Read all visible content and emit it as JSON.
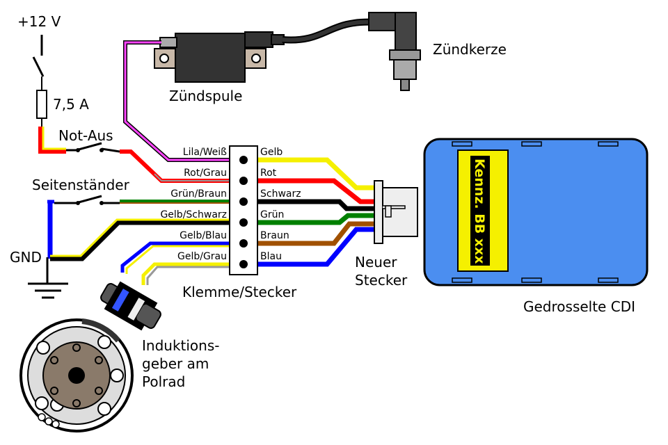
{
  "labels": {
    "supply": "+12 V",
    "fuse": "7,5 A",
    "kill_switch": "Not-Aus",
    "side_stand": "Seitenständer",
    "ground": "GND",
    "coil": "Zündspule",
    "spark_plug": "Zündkerze",
    "terminal": "Klemme/Stecker",
    "new_connector_line1": "Neuer",
    "new_connector_line2": "Stecker",
    "cdi": "Gedrosselte CDI",
    "cdi_badge": "Kennz. BB xxx",
    "pickup_line1": "Induktions-",
    "pickup_line2": "geber am",
    "pickup_line3": "Polrad"
  },
  "wires_left": [
    "Lila/Weiß",
    "Rot/Grau",
    "Grün/Braun",
    "Gelb/Schwarz",
    "Gelb/Blau",
    "Gelb/Grau"
  ],
  "wires_right": [
    "Gelb",
    "Rot",
    "Schwarz",
    "Grün",
    "Braun",
    "Blau"
  ],
  "colors": {
    "yellow": "#f5f000",
    "red": "#ff0000",
    "black": "#000000",
    "green": "#008000",
    "brown": "#a05000",
    "blue": "#0000ff",
    "magenta": "#ff44ff",
    "gray": "#999999",
    "cdi_body": "#4b8ef0",
    "cdi_badge_bg": "#f5f000"
  }
}
